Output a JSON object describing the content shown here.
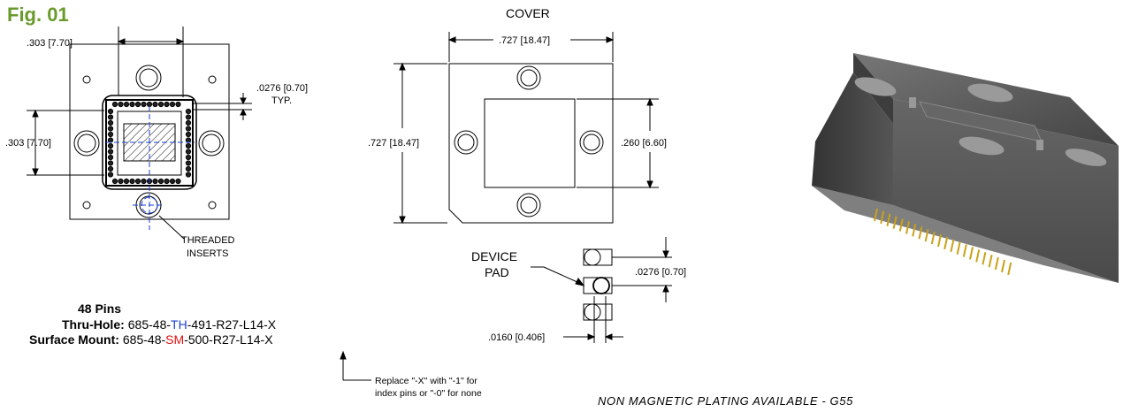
{
  "figure": {
    "label": "Fig. 01",
    "label_color": "#6a9a2c"
  },
  "top_view": {
    "dim_width": ".303 [7.70]",
    "dim_height": ".303 [7.70]",
    "dim_pitch": ".0276 [0.70]",
    "dim_pitch_note": "TYP.",
    "inserts_label_1": "THREADED",
    "inserts_label_2": "INSERTS"
  },
  "cover_view": {
    "title": "COVER",
    "dim_width": ".727 [18.47]",
    "dim_height": ".727 [18.47]",
    "dim_window": ".260 [6.60]"
  },
  "pad_detail": {
    "label_1": "DEVICE",
    "label_2": "PAD",
    "dim_pitch": ".0276 [0.70]",
    "dim_width": ".0160 [0.406]"
  },
  "part_numbers": {
    "pin_count": "48 Pins",
    "thru_hole_label": "Thru-Hole:",
    "thru_prefix": "685-48-",
    "thru_code": "TH",
    "thru_suffix": "-491-R27-L14-X",
    "smt_label": "Surface Mount:",
    "smt_prefix": "685-48-",
    "smt_code": "SM",
    "smt_suffix": "-500-R27-L14-X",
    "thru_color": "#1a3fd0",
    "smt_color": "#e01010"
  },
  "replace_note": {
    "line_1": "Replace \"-X\" with \"-1\" for",
    "line_2": "index pins or \"-0\" for none"
  },
  "plating_note": "NON MAGNETIC PLATING AVAILABLE - G55"
}
